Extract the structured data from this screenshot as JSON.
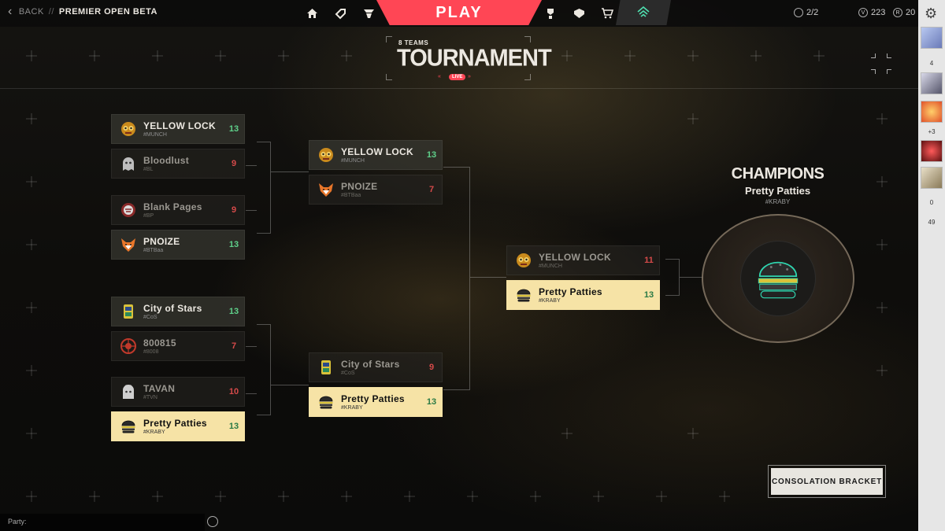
{
  "topbar": {
    "back_label": "BACK",
    "separator": "//",
    "mode": "PREMIER OPEN BETA",
    "play_label": "PLAY",
    "match_count": "2/2",
    "vp": "223",
    "rp": "20"
  },
  "header": {
    "teams_label": "8 TEAMS",
    "title": "TOURNAMENT",
    "live_label": "LIVE"
  },
  "bracket": {
    "round1": [
      {
        "name": "YELLOW LOCK",
        "tag": "#MUNCH",
        "score": "13",
        "result": "win"
      },
      {
        "name": "Bloodlust",
        "tag": "#BL",
        "score": "9",
        "result": "lose"
      },
      {
        "name": "Blank Pages",
        "tag": "#BP",
        "score": "9",
        "result": "lose"
      },
      {
        "name": "PNOIZE",
        "tag": "#BTBaa",
        "score": "13",
        "result": "win"
      },
      {
        "name": "City of Stars",
        "tag": "#CoS",
        "score": "13",
        "result": "win"
      },
      {
        "name": "800815",
        "tag": "#8008",
        "score": "7",
        "result": "lose"
      },
      {
        "name": "TAVAN",
        "tag": "#TVN",
        "score": "10",
        "result": "lose"
      },
      {
        "name": "Pretty Patties",
        "tag": "#KRABY",
        "score": "13",
        "result": "champ"
      }
    ],
    "semis": [
      {
        "name": "YELLOW LOCK",
        "tag": "#MUNCH",
        "score": "13",
        "result": "win"
      },
      {
        "name": "PNOIZE",
        "tag": "#BTBaa",
        "score": "7",
        "result": "lose"
      },
      {
        "name": "City of Stars",
        "tag": "#CoS",
        "score": "9",
        "result": "lose"
      },
      {
        "name": "Pretty Patties",
        "tag": "#KRABY",
        "score": "13",
        "result": "champ"
      }
    ],
    "final": [
      {
        "name": "YELLOW LOCK",
        "tag": "#MUNCH",
        "score": "11",
        "result": "lose"
      },
      {
        "name": "Pretty Patties",
        "tag": "#KRABY",
        "score": "13",
        "result": "champ"
      }
    ]
  },
  "champion": {
    "heading": "CHAMPIONS",
    "name": "Pretty Patties",
    "tag": "#KRABY"
  },
  "consolation_label": "CONSOLATION BRACKET",
  "party_label": "Party:",
  "social": {
    "count_a": "4",
    "count_b": "+3",
    "count_c": "0",
    "count_d": "49"
  },
  "icons": [
    "back-chevron-icon",
    "home-icon",
    "agents-icon",
    "career-icon",
    "collection-icon",
    "battlepass-icon",
    "store-icon",
    "premier-icon",
    "clock-icon",
    "vp-icon",
    "rp-icon",
    "expand-icon",
    "settings-icon"
  ],
  "colors": {
    "accent": "#ff4655",
    "win_score": "#5fd08a",
    "lose_score": "#d64a4a",
    "champ_card": "#f6e3a6"
  }
}
